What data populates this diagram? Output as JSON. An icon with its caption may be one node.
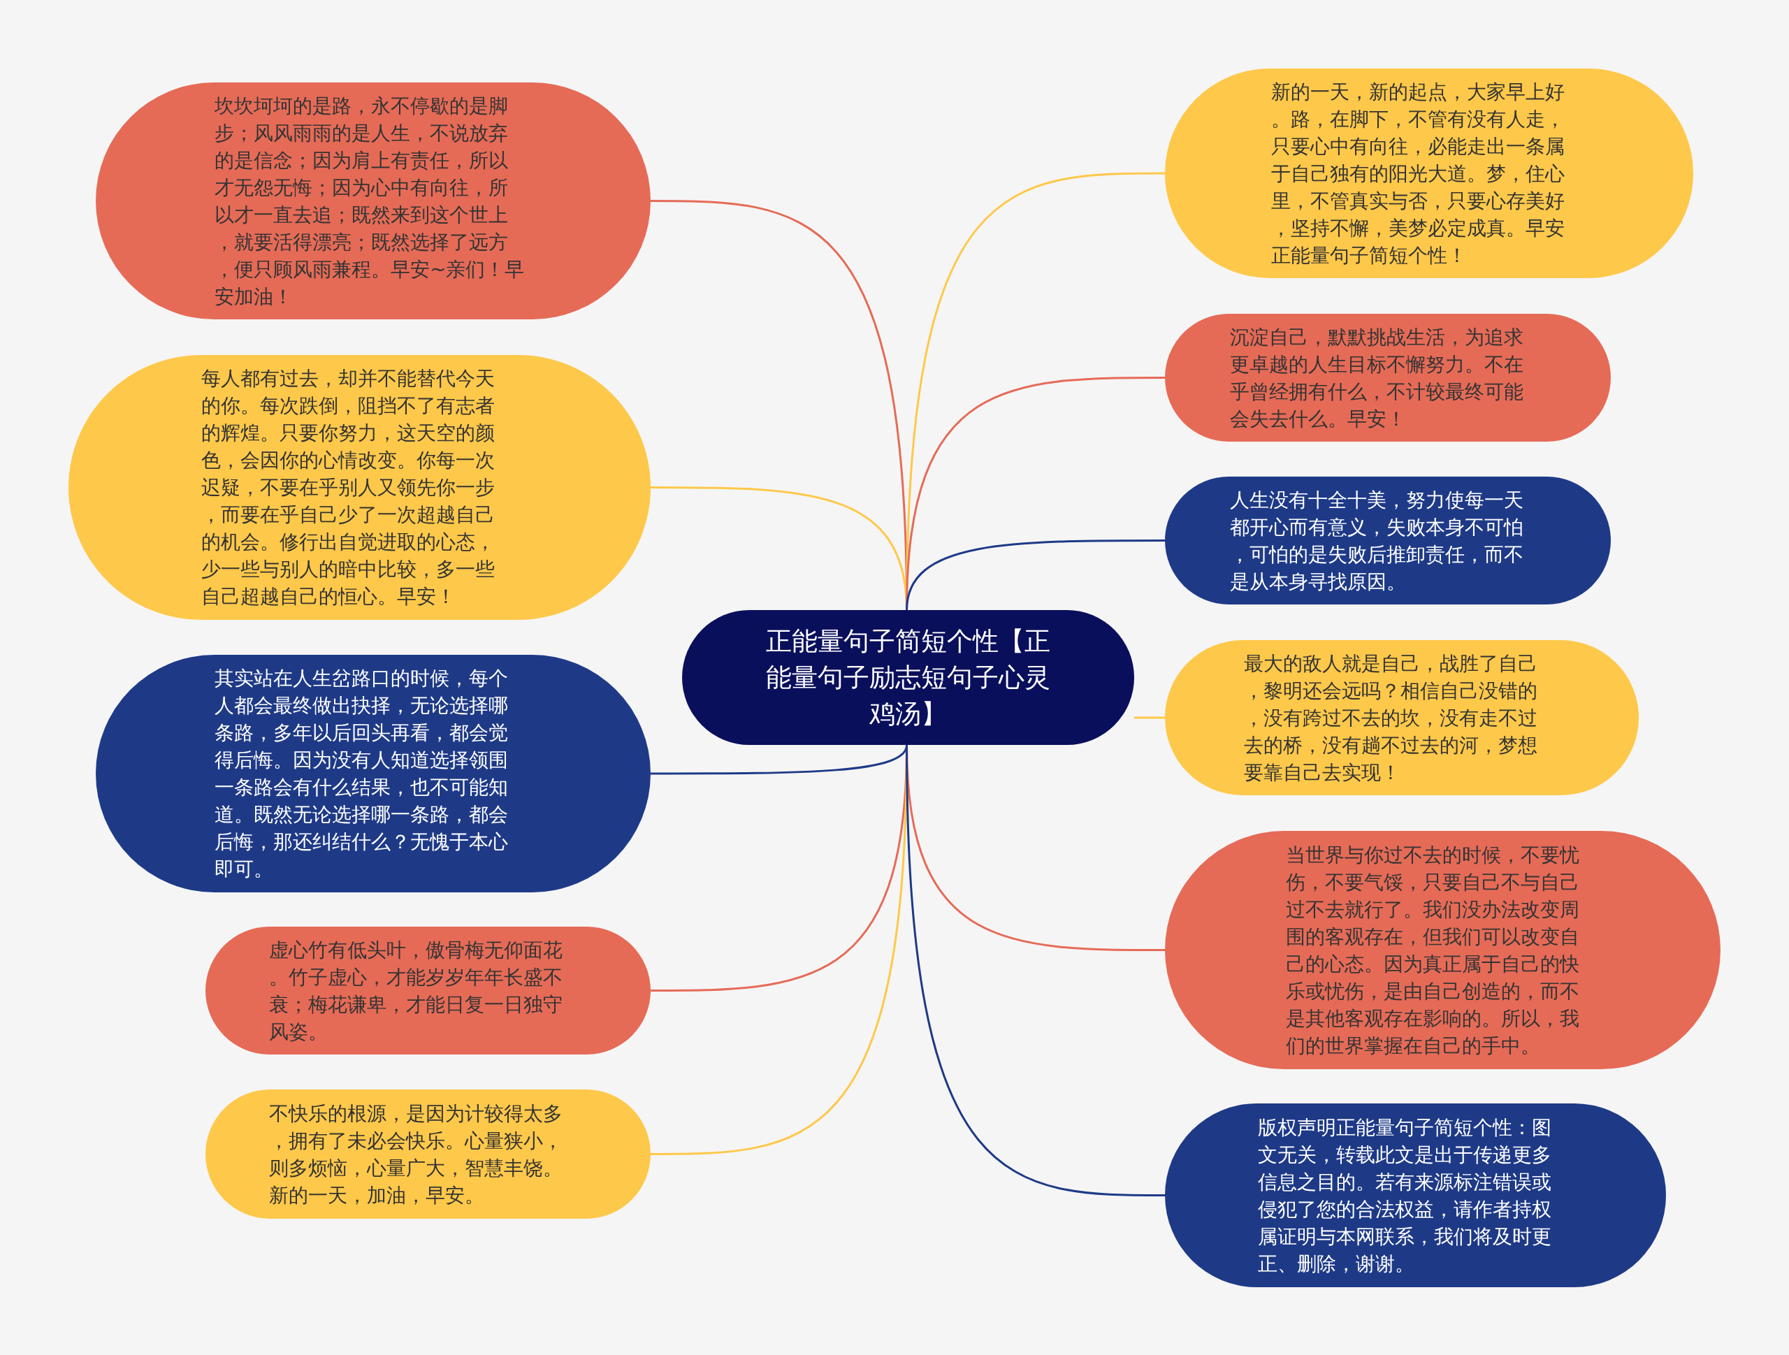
{
  "diagram": {
    "nodes": [
      {
        "text": [
          "正能量句子简短个性【正能量句子励志短句子心灵鸡汤】"
        ]
      },
      {
        "text": [
          "坎坎坷坷的是路，永不停歇的是脚步；风风雨雨的是人生，不说放弃的是信念；因为肩上有责任，所以才无怨无悔；因为心中有向往，所以才一直去追；既然来到这个世上，就要活得漂亮；既然选择了远方，便只顾风雨兼程。早安~亲们！早安加油！"
        ]
      },
      {
        "text": [
          "每人都有过去，却并不能替代今天的你。每次跌倒，阻挡不了有志者的辉煌。只要你努力，这天空的颜色，会因你的心情改变。你每一次迟疑，不要在乎别人又领先你一步，而要在乎自己少了一次超越自己的机会。修行出自觉进取的心态，少一些与别人的暗中比较，多一些自己超越自己的恒心。早安！"
        ]
      },
      {
        "text": [
          "其实站在人生岔路口的时候，每个人都会最终做出抉择，无论选择哪条路，多年以后回头再看，都会觉得后悔。因为没有人知道选择领围一条路会有什么结果，也不可能知道。既然无论选择哪一条路，都会后悔，那还纠结什么？无愧于本心即可。"
        ]
      },
      {
        "text": [
          "虚心竹有低头叶，傲骨梅无仰面花。竹子虚心，才能岁岁年年长盛不衰；梅花谦卑，才能日复一日独守风姿。"
        ]
      },
      {
        "text": [
          "不快乐的根源，是因为计较得太多，拥有了未必会快乐。心量狭小，则多烦恼，心量广大，智慧丰饶。新的一天，加油，早安。"
        ]
      },
      {
        "text": [
          "新的一天，新的起点，大家早上好。路，在脚下，不管有没有人走，只要心中有向往，必能走出一条属于自己独有的阳光大道。梦，住心里，不管真实与否，只要心存美好，坚持不懈，美梦必定成真。早安正能量句子简短个性！"
        ]
      },
      {
        "text": [
          "沉淀自己，默默挑战生活，为追求更卓越的人生目标不懈努力。不在乎曾经拥有什么，不计较最终可能会失去什么。早安！"
        ]
      },
      {
        "text": [
          "人生没有十全十美，努力使每一天都开心而有意义，失败本身不可怕，可怕的是失败后推卸责任，而不是从本身寻找原因。"
        ]
      },
      {
        "text": [
          "最大的敌人就是自己，战胜了自己，黎明还会远吗？相信自己没错的，没有跨过不去的坎，没有走不过去的桥，没有趟不过去的河，梦想要靠自己去实现！"
        ]
      },
      {
        "text": [
          "当世界与你过不去的时候，不要忧伤，不要气馁，只要自己不与自己过不去就行了。我们没办法改变周围的客观存在，但我们可以改变自己的心态。因为真正属于自己的快乐或忧伤，是由自己创造的，而不是其他客观存在影响的。所以，我们的世界掌握在自己的手中。"
        ]
      },
      {
        "text": [
          "版权声明正能量句子简短个性：图文无关，转载此文是出于传递更多信息之目的。若有来源标注错误或侵犯了您的合法权益，请作者持权属证明与本网联系，我们将及时更正、删除，谢谢。"
        ]
      }
    ],
    "edges": [
      {
        "from": 0,
        "to": 1,
        "arrow": "none",
        "color": "#e56b57"
      },
      {
        "from": 0,
        "to": 2,
        "arrow": "none",
        "color": "#fec84a"
      },
      {
        "from": 0,
        "to": 3,
        "arrow": "none",
        "color": "#1e3a87"
      },
      {
        "from": 0,
        "to": 4,
        "arrow": "none",
        "color": "#e56b57"
      },
      {
        "from": 0,
        "to": 5,
        "arrow": "none",
        "color": "#fec84a"
      },
      {
        "from": 0,
        "to": 6,
        "arrow": "none",
        "color": "#fec84a"
      },
      {
        "from": 0,
        "to": 7,
        "arrow": "none",
        "color": "#e56b57"
      },
      {
        "from": 0,
        "to": 8,
        "arrow": "none",
        "color": "#1e3a87"
      },
      {
        "from": 0,
        "to": 9,
        "arrow": "none",
        "color": "#fec84a"
      },
      {
        "from": 0,
        "to": 10,
        "arrow": "none",
        "color": "#e56b57"
      },
      {
        "from": 0,
        "to": 11,
        "arrow": "none",
        "color": "#1e3a87"
      }
    ]
  }
}
